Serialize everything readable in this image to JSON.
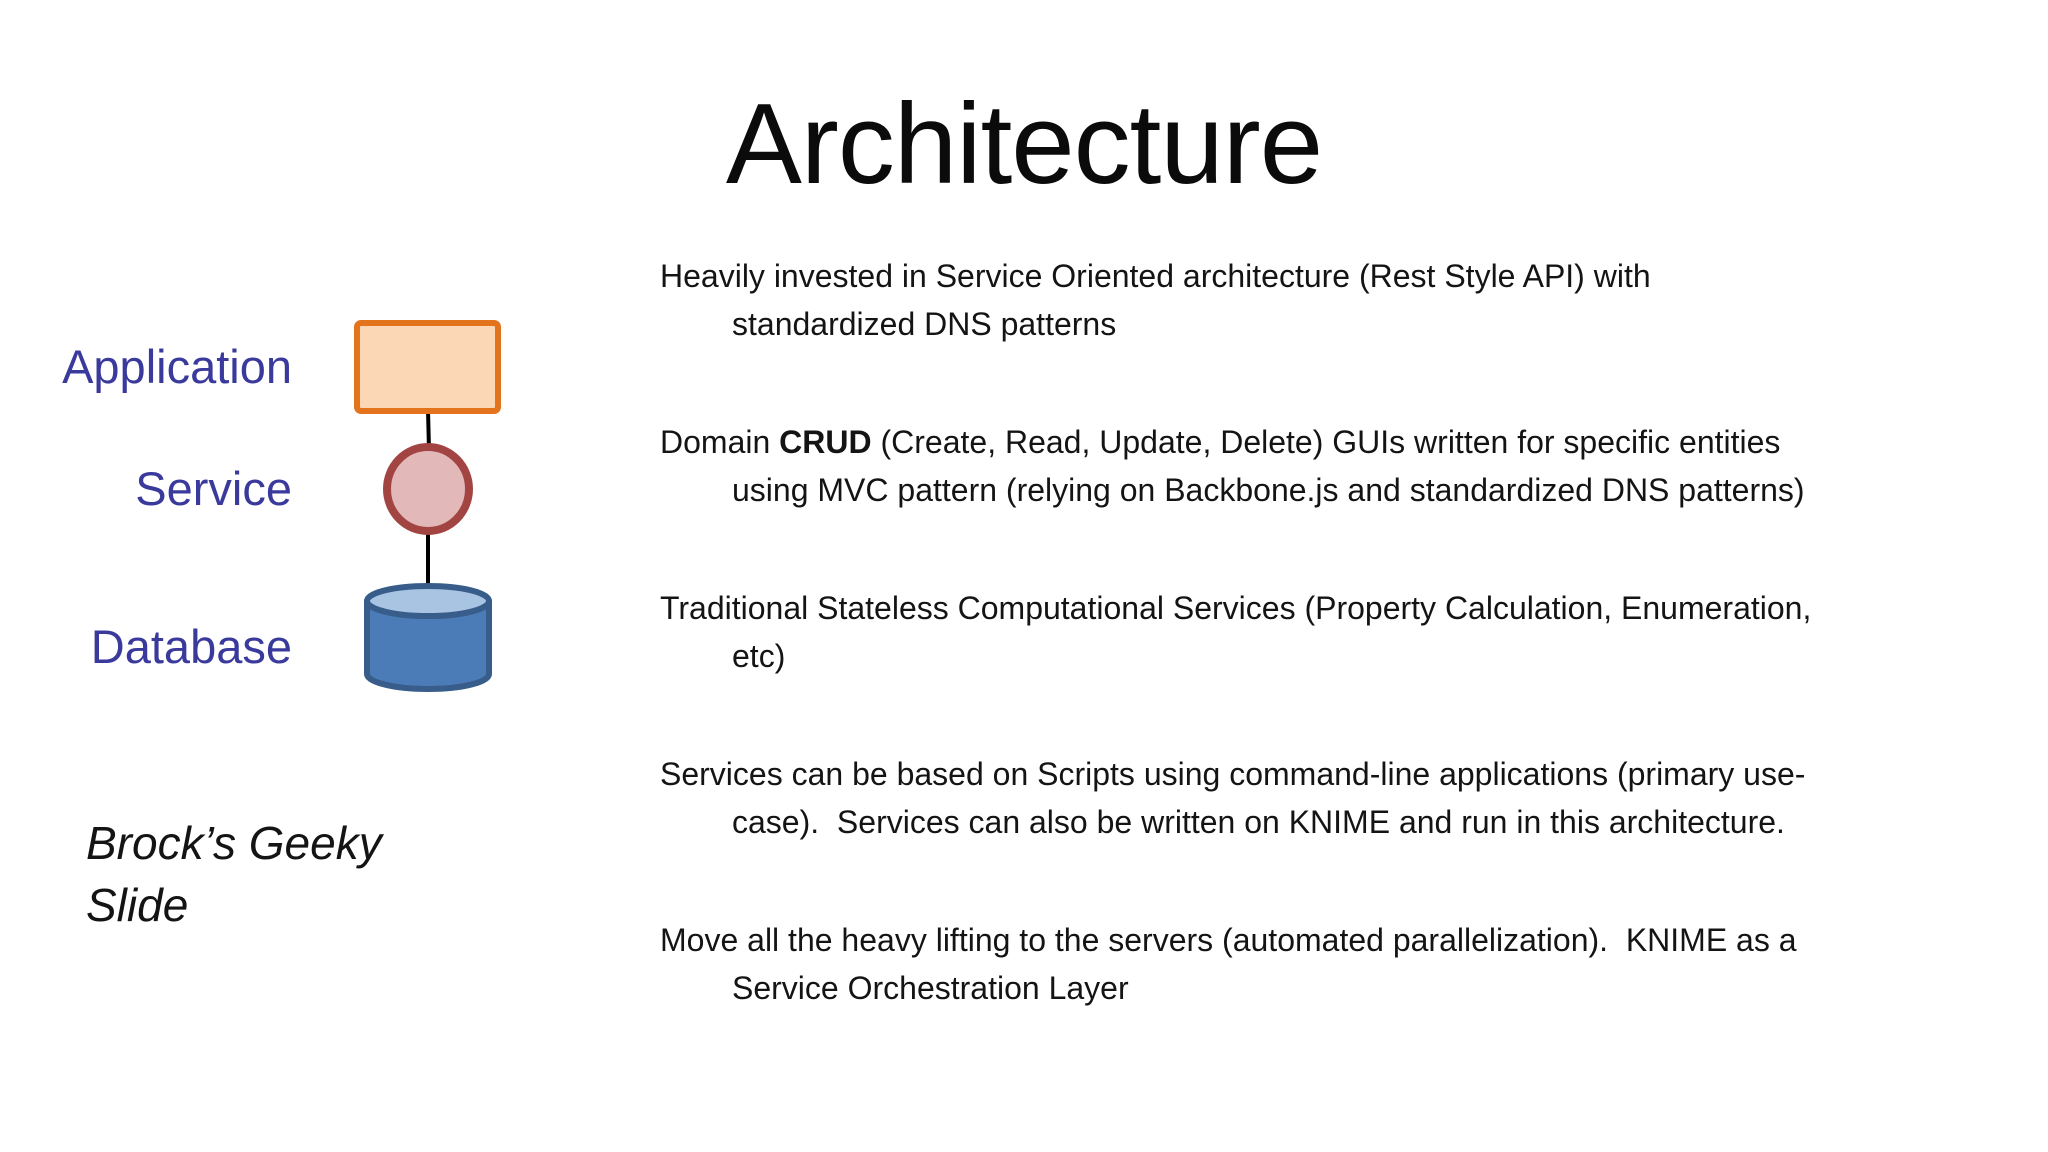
{
  "title": "Architecture",
  "caption": "Brock’s Geeky Slide",
  "diagram": {
    "labels": [
      {
        "id": "application",
        "text": "Application"
      },
      {
        "id": "service",
        "text": "Service"
      },
      {
        "id": "database",
        "text": "Database"
      }
    ],
    "label_color": "#3A3A9D",
    "shapes": {
      "application_box": {
        "fill": "#FBD7B6",
        "stroke": "#E3731C"
      },
      "service_circle": {
        "fill": "#E3B8B8",
        "stroke": "#A24442"
      },
      "database_cylinder": {
        "fill": "#4C7CB8",
        "top_fill": "#A9C4E2",
        "stroke": "#385D8A"
      },
      "connector_color": "#000000"
    }
  },
  "bullets": [
    {
      "runs": [
        {
          "text": "Heavily invested in Service Oriented architecture (Rest Style API) with standardized DNS patterns",
          "bold": false
        }
      ]
    },
    {
      "runs": [
        {
          "text": "Domain ",
          "bold": false
        },
        {
          "text": "CRUD",
          "bold": true
        },
        {
          "text": " (Create, Read, Update, Delete) GUIs written for specific entities using MVC pattern (relying on Backbone.js and standardized DNS patterns)",
          "bold": false
        }
      ]
    },
    {
      "runs": [
        {
          "text": "Traditional Stateless Computational Services (Property Calculation, Enumeration, etc)",
          "bold": false
        }
      ]
    },
    {
      "runs": [
        {
          "text": "Services can be based on Scripts using command-line applications (primary use-case).  Services can also be written on KNIME and run in this architecture.",
          "bold": false
        }
      ]
    },
    {
      "runs": [
        {
          "text": "Move all the heavy lifting to the servers (automated parallelization).  KNIME as a Service Orchestration Layer",
          "bold": false
        }
      ]
    }
  ]
}
